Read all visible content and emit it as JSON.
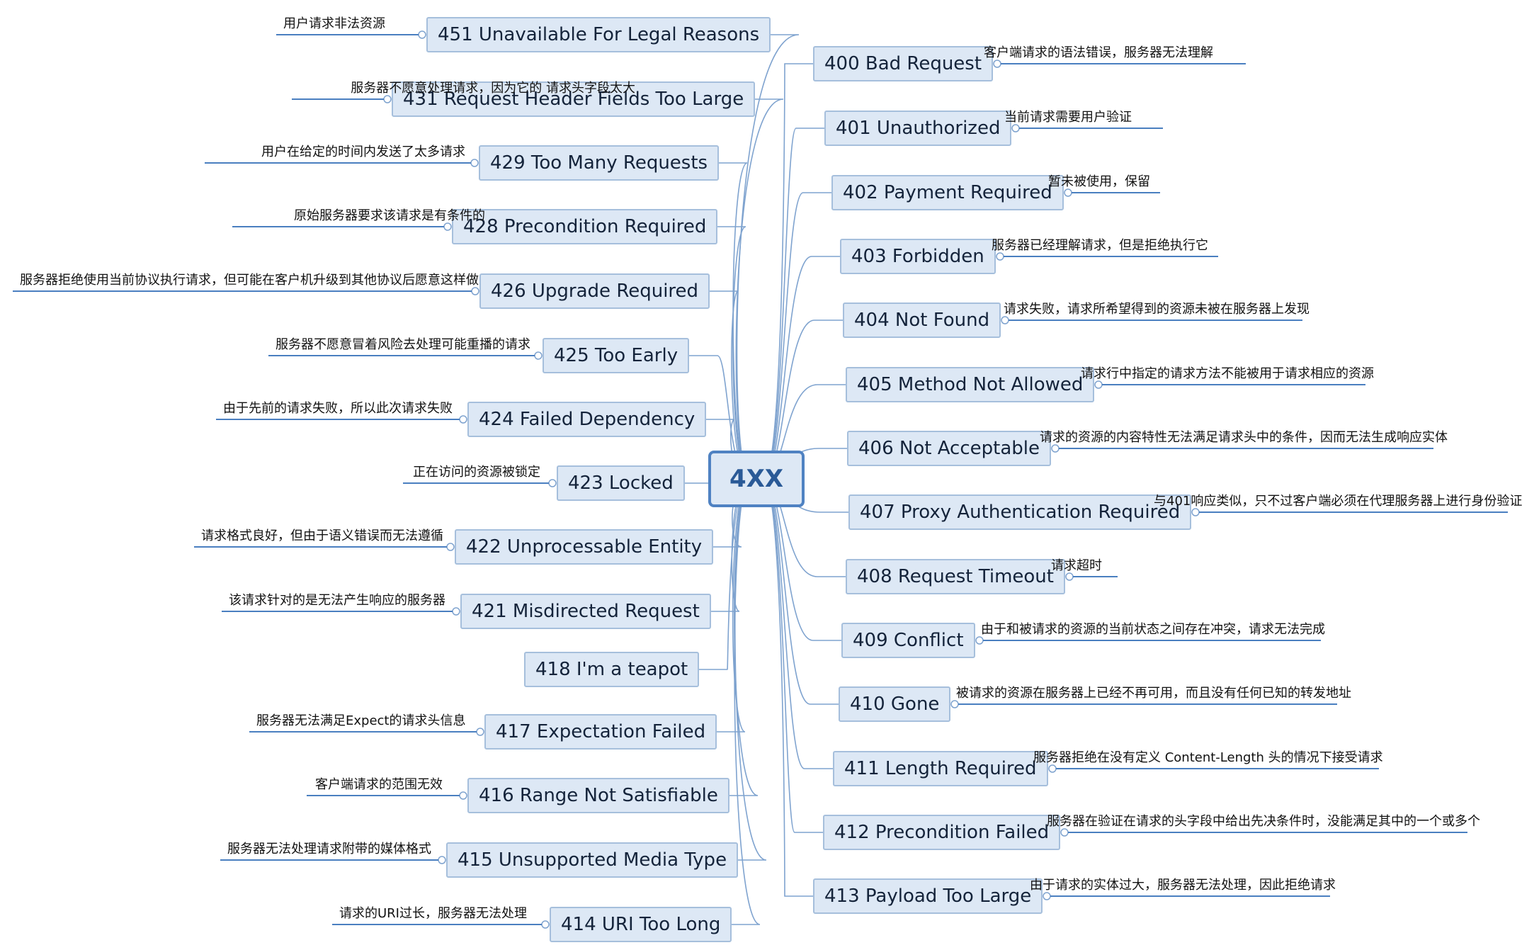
{
  "center": {
    "label": "4XX"
  },
  "colors": {
    "line": "#7fa3cf",
    "node_fill": "#dde8f5",
    "node_border": "#a6bfdc",
    "center_border": "#4f82c2",
    "underline": "#4a7fc0"
  },
  "left_nodes": [
    {
      "label": "451 Unavailable For Legal Reasons",
      "note": "用户请求非法资源"
    },
    {
      "label": "431 Request Header Fields Too Large",
      "note": "服务器不愿意处理请求，因为它的 请求头字段太大"
    },
    {
      "label": "429 Too Many Requests",
      "note": "用户在给定的时间内发送了太多请求"
    },
    {
      "label": "428 Precondition Required",
      "note": "原始服务器要求该请求是有条件的"
    },
    {
      "label": "426 Upgrade Required",
      "note": "服务器拒绝使用当前协议执行请求，但可能在客户机升级到其他协议后愿意这样做"
    },
    {
      "label": "425 Too Early",
      "note": "服务器不愿意冒着风险去处理可能重播的请求"
    },
    {
      "label": "424 Failed Dependency",
      "note": "由于先前的请求失败，所以此次请求失败"
    },
    {
      "label": "423 Locked",
      "note": "正在访问的资源被锁定"
    },
    {
      "label": "422 Unprocessable Entity",
      "note": "请求格式良好，但由于语义错误而无法遵循"
    },
    {
      "label": "421 Misdirected Request",
      "note": "该请求针对的是无法产生响应的服务器"
    },
    {
      "label": "418 I'm a teapot",
      "note": ""
    },
    {
      "label": "417 Expectation Failed",
      "note": "服务器无法满足Expect的请求头信息"
    },
    {
      "label": "416 Range Not Satisfiable",
      "note": "客户端请求的范围无效"
    },
    {
      "label": "415 Unsupported Media Type",
      "note": "服务器无法处理请求附带的媒体格式"
    },
    {
      "label": "414 URI Too Long",
      "note": "请求的URI过长，服务器无法处理"
    }
  ],
  "right_nodes": [
    {
      "label": "400 Bad Request",
      "note": "客户端请求的语法错误，服务器无法理解"
    },
    {
      "label": "401 Unauthorized",
      "note": "当前请求需要用户验证"
    },
    {
      "label": "402 Payment Required",
      "note": "暂未被使用，保留"
    },
    {
      "label": "403 Forbidden",
      "note": "服务器已经理解请求，但是拒绝执行它"
    },
    {
      "label": "404 Not Found",
      "note": "请求失败，请求所希望得到的资源未被在服务器上发现"
    },
    {
      "label": "405 Method Not Allowed",
      "note": "请求行中指定的请求方法不能被用于请求相应的资源"
    },
    {
      "label": "406 Not Acceptable",
      "note": "请求的资源的内容特性无法满足请求头中的条件，因而无法生成响应实体"
    },
    {
      "label": "407 Proxy Authentication Required",
      "note": "与401响应类似，只不过客户端必须在代理服务器上进行身份验证"
    },
    {
      "label": "408 Request Timeout",
      "note": "请求超时"
    },
    {
      "label": "409 Conflict",
      "note": "由于和被请求的资源的当前状态之间存在冲突，请求无法完成"
    },
    {
      "label": "410 Gone",
      "note": "被请求的资源在服务器上已经不再可用，而且没有任何已知的转发地址"
    },
    {
      "label": "411 Length Required",
      "note": "服务器拒绝在没有定义 Content-Length 头的情况下接受请求"
    },
    {
      "label": "412 Precondition Failed",
      "note": "服务器在验证在请求的头字段中给出先决条件时，没能满足其中的一个或多个"
    },
    {
      "label": "413 Payload Too Large",
      "note": "由于请求的实体过大，服务器无法处理，因此拒绝请求"
    }
  ]
}
